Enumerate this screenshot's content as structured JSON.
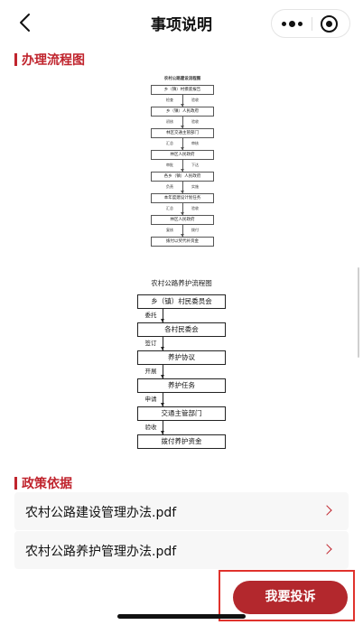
{
  "nav": {
    "title": "事项说明"
  },
  "sections": {
    "flow_title": "办理流程图",
    "policy_title": "政策依据"
  },
  "flowchart_construction": {
    "title": "农村公路建设流程图",
    "steps": [
      "乡（镇）村摸底报告",
      "乡（镇）人民政府",
      "林区交通主管部门",
      "林区人民政府",
      "各乡（镇）人民政府",
      "本年度建设计划任务",
      "林区人民政府",
      "拨付以奖代补资金"
    ],
    "left_labels": [
      "检查",
      "初核",
      "汇总",
      "审批",
      "负责",
      "汇总",
      "复核"
    ],
    "right_labels": [
      "验收",
      "验收",
      "审核",
      "下达",
      "实施",
      "验收",
      "拨付"
    ]
  },
  "flowchart_maintenance": {
    "title": "农村公路养护流程图",
    "steps": [
      "乡（镇）村民委员会",
      "各村民委会",
      "养护协议",
      "养护任务",
      "交通主管部门",
      "拨付养护资金"
    ],
    "labels": [
      "委托",
      "签订",
      "开展",
      "申请",
      "验收"
    ]
  },
  "documents": [
    {
      "name": "农村公路建设管理办法.pdf"
    },
    {
      "name": "农村公路养护管理办法.pdf"
    }
  ],
  "complaint_button": "我要投诉",
  "colors": {
    "accent": "#c0242d",
    "button": "#b3282d",
    "highlight": "#e0322c"
  }
}
